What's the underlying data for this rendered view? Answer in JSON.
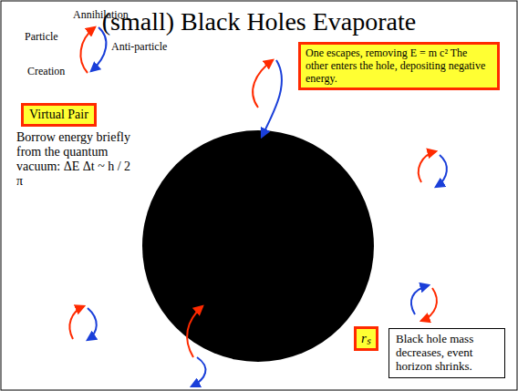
{
  "diagram": {
    "title": "(small) Black Holes Evaporate",
    "nodes": [
      {
        "text": [
          "One escapes, removing E = m c² The other enters the hole, depositing negative energy."
        ]
      },
      {
        "text": [
          "Virtual Pair"
        ]
      },
      {
        "text": [
          "rₛ"
        ]
      },
      {
        "text": [
          "Black hole mass decreases, event horizon shrinks."
        ]
      }
    ],
    "labels": [
      "Particle",
      "Annihilation",
      "Anti-particle",
      "Creation",
      "Borrow energy briefly from the quantum vacuum: ΔE Δt ~ h / 2 π"
    ]
  }
}
